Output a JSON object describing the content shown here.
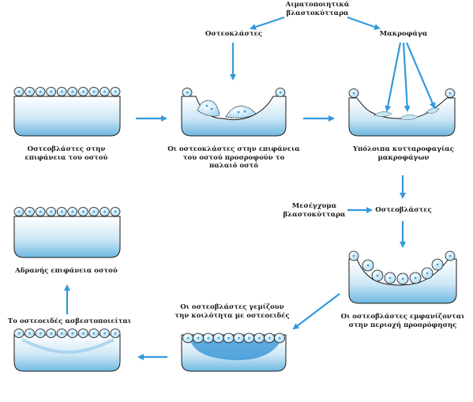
{
  "labels": {
    "stem_cells": "Αιματοποιητικά\nβλαστοκύτταρα",
    "osteoclasts": "Οστεοκλάστες",
    "macrophages": "Μακροφάγα",
    "step1": "Οστεοβλάστες στην\nεπιφάνεια του οστού",
    "step2": "Οι οστεοκλάστες στην επιφάνεια\nτου οστού προσροφούν το\nπαλαιό οστό",
    "step3": "Υπόλοιπα κυτταροφαγίας\nμακροφάγων",
    "mesenchyme": "Μεσέγχυμα\nβλαστοκύτταρα",
    "osteoblasts": "Οστεοβλάστες",
    "step4": "Οι οστεοβλάστες εμφανίζονται\nστην περιοχή προσρόφησης",
    "step5": "Οι οστεοβλάστες γεμίζουν\nτην κοιλότητα με οστεοειδές",
    "step6": "Το οστεοειδές ασβεστοποιείται",
    "step7": "Αδρανής επιφάνεια οστού"
  },
  "colors": {
    "arrow": "#3399dd",
    "bone_top": "#ffffff",
    "bone_bottom": "#6fb8e0",
    "cell_fill": "#c4e6f6",
    "nucleus": "#4aa8d8",
    "osteoid": "#2f8fd6",
    "outline": "#1a1a1a"
  }
}
